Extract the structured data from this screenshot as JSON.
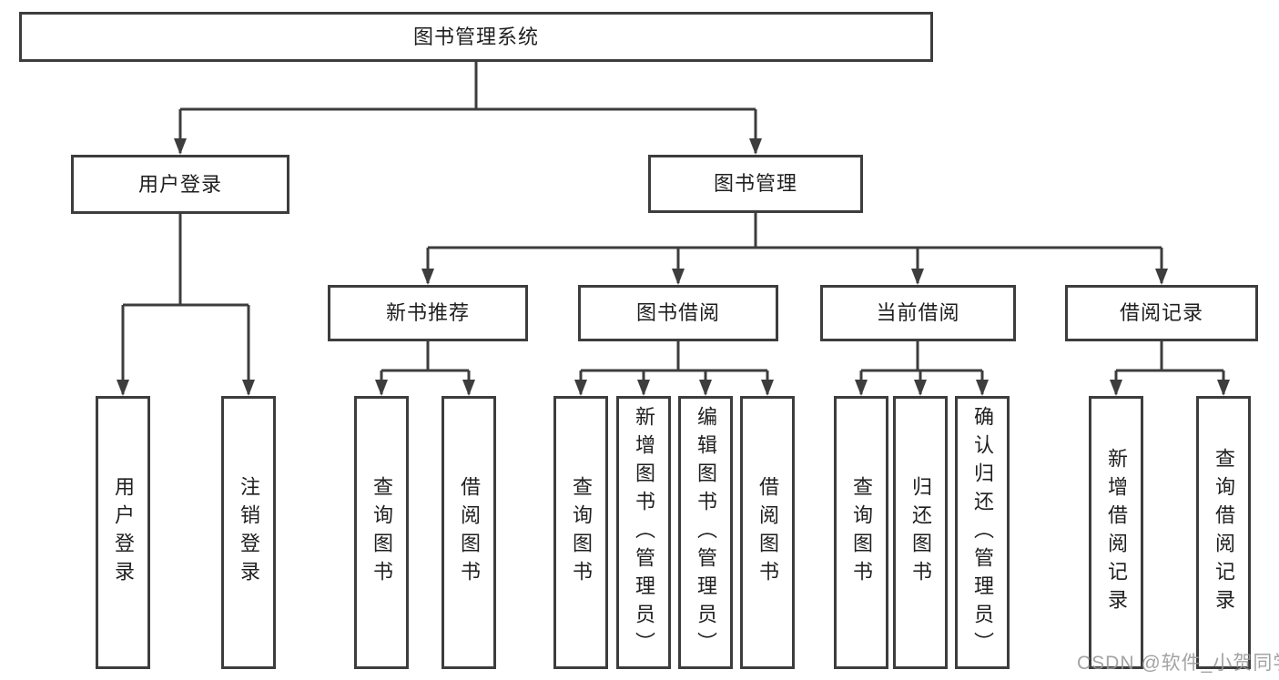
{
  "diagram": {
    "root": {
      "label": "图书管理系统"
    },
    "level2": [
      {
        "label": "用户登录"
      },
      {
        "label": "图书管理"
      }
    ],
    "level3": [
      {
        "label": "新书推荐"
      },
      {
        "label": "图书借阅"
      },
      {
        "label": "当前借阅"
      },
      {
        "label": "借阅记录"
      }
    ],
    "leaves": {
      "user_login": [
        "用户登录",
        "注销登录"
      ],
      "new_book_recommend": [
        "查询图书",
        "借阅图书"
      ],
      "book_borrow": [
        "查询图书",
        "新增图书（管理员）",
        "编辑图书（管理员）",
        "借阅图书"
      ],
      "current_borrow": [
        "查询图书",
        "归还图书",
        "确认归还（管理员）"
      ],
      "borrow_records": [
        "新增借阅记录",
        "查询借阅记录"
      ]
    },
    "line_color": "#3d3d3d"
  },
  "watermark": {
    "text": "CSDN @软件_小贺同学"
  }
}
